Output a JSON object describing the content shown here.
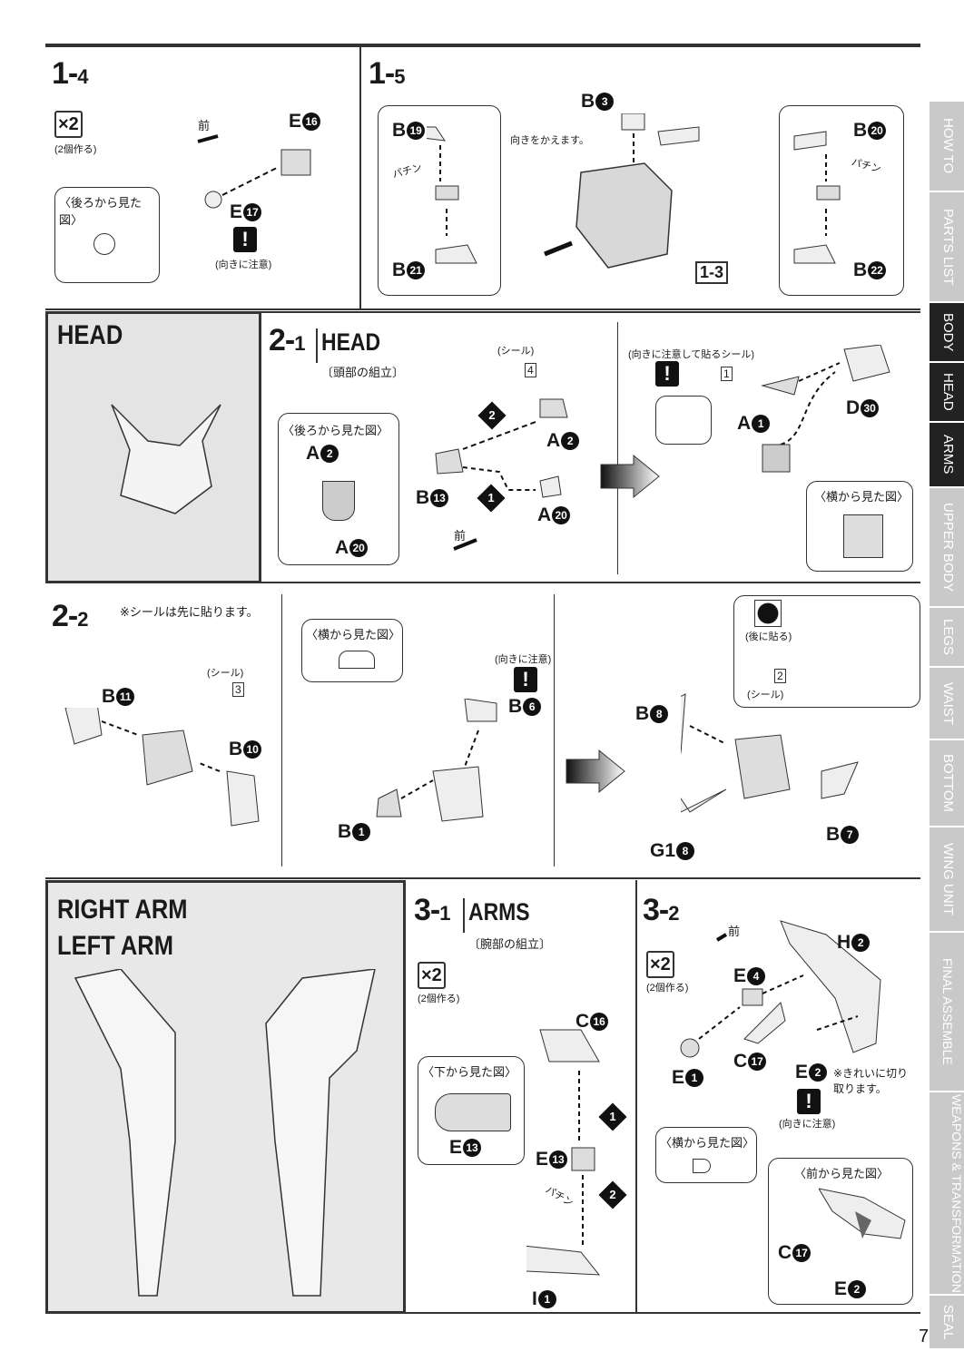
{
  "sidebar": [
    "HOW TO",
    "PARTS LIST",
    "BODY",
    "HEAD",
    "ARMS",
    "UPPER BODY",
    "LEGS",
    "WAIST",
    "BOTTOM",
    "WING UNIT",
    "FINAL ASSEMBLE",
    "WEAPONS & TRANSFORMATION",
    "SEAL"
  ],
  "sidebar_active": [
    "BODY",
    "HEAD",
    "ARMS"
  ],
  "s14": {
    "step": "1-",
    "stepn": "4",
    "x2": "×2",
    "make2": "(2個作る)",
    "front": "前",
    "back_view": "〈後ろから見た図〉",
    "caution": "(向きに注意)",
    "bang": "!",
    "parts": [
      {
        "l": "E",
        "n": "16"
      },
      {
        "l": "E",
        "n": "17"
      }
    ]
  },
  "s15": {
    "step": "1-",
    "stepn": "5",
    "turn": "向きをかえます。",
    "snap": "パチン",
    "ref": "1-3",
    "parts": [
      {
        "l": "B",
        "n": "3"
      },
      {
        "l": "B",
        "n": "19"
      },
      {
        "l": "B",
        "n": "21"
      },
      {
        "l": "B",
        "n": "20"
      },
      {
        "l": "B",
        "n": "22"
      }
    ]
  },
  "head_panel": {
    "title": "HEAD"
  },
  "s21": {
    "step": "2-",
    "stepn": "1",
    "title": "HEAD",
    "subtitle": "〔頭部の組立〕",
    "seal": "(シール)",
    "seal_num": "4",
    "back_view": "〈後ろから見た図〉",
    "front": "前",
    "m1": "1",
    "m2": "2",
    "parts": [
      {
        "l": "A",
        "n": "2"
      },
      {
        "l": "A",
        "n": "20"
      },
      {
        "l": "A",
        "n": "2"
      },
      {
        "l": "B",
        "n": "13"
      },
      {
        "l": "A",
        "n": "20"
      }
    ],
    "right": {
      "note": "(向きに注意して貼るシール)",
      "bang": "!",
      "seal_num": "1",
      "side_view": "〈横から見た図〉",
      "parts": [
        {
          "l": "A",
          "n": "1"
        },
        {
          "l": "D",
          "n": "30"
        }
      ]
    }
  },
  "s22": {
    "step": "2-",
    "stepn": "2",
    "note": "※シールは先に貼ります。",
    "seal": "(シール)",
    "seal_num": "3",
    "side_view": "〈横から見た図〉",
    "caution": "(向きに注意)",
    "bang": "!",
    "later": "(後に貼る)",
    "seal2": "(シール)",
    "seal2_num": "2",
    "parts": [
      {
        "l": "B",
        "n": "11"
      },
      {
        "l": "B",
        "n": "10"
      },
      {
        "l": "B",
        "n": "6"
      },
      {
        "l": "B",
        "n": "1"
      },
      {
        "l": "B",
        "n": "8"
      },
      {
        "l": "G1",
        "n": "8"
      },
      {
        "l": "B",
        "n": "7"
      }
    ]
  },
  "arm_panel": {
    "title1": "RIGHT ARM",
    "title2": "LEFT ARM"
  },
  "s31": {
    "step": "3-",
    "stepn": "1",
    "title": "ARMS",
    "subtitle": "〔腕部の組立〕",
    "x2": "×2",
    "make2": "(2個作る)",
    "bottom_view": "〈下から見た図〉",
    "snap": "パチン",
    "m1": "1",
    "m2": "2",
    "parts": [
      {
        "l": "E",
        "n": "13"
      },
      {
        "l": "C",
        "n": "16"
      },
      {
        "l": "E",
        "n": "13"
      },
      {
        "l": "I",
        "n": "1"
      }
    ]
  },
  "s32": {
    "step": "3-",
    "stepn": "2",
    "front": "前",
    "x2": "×2",
    "make2": "(2個作る)",
    "cut_note": "※きれいに切り取ります。",
    "caution": "(向きに注意)",
    "bang": "!",
    "side_view": "〈横から見た図〉",
    "front_view": "〈前から見た図〉",
    "parts": [
      {
        "l": "H",
        "n": "2"
      },
      {
        "l": "E",
        "n": "4"
      },
      {
        "l": "E",
        "n": "1"
      },
      {
        "l": "C",
        "n": "17"
      },
      {
        "l": "E",
        "n": "2"
      },
      {
        "l": "C",
        "n": "17"
      },
      {
        "l": "E",
        "n": "2"
      }
    ]
  },
  "page_number": "7"
}
